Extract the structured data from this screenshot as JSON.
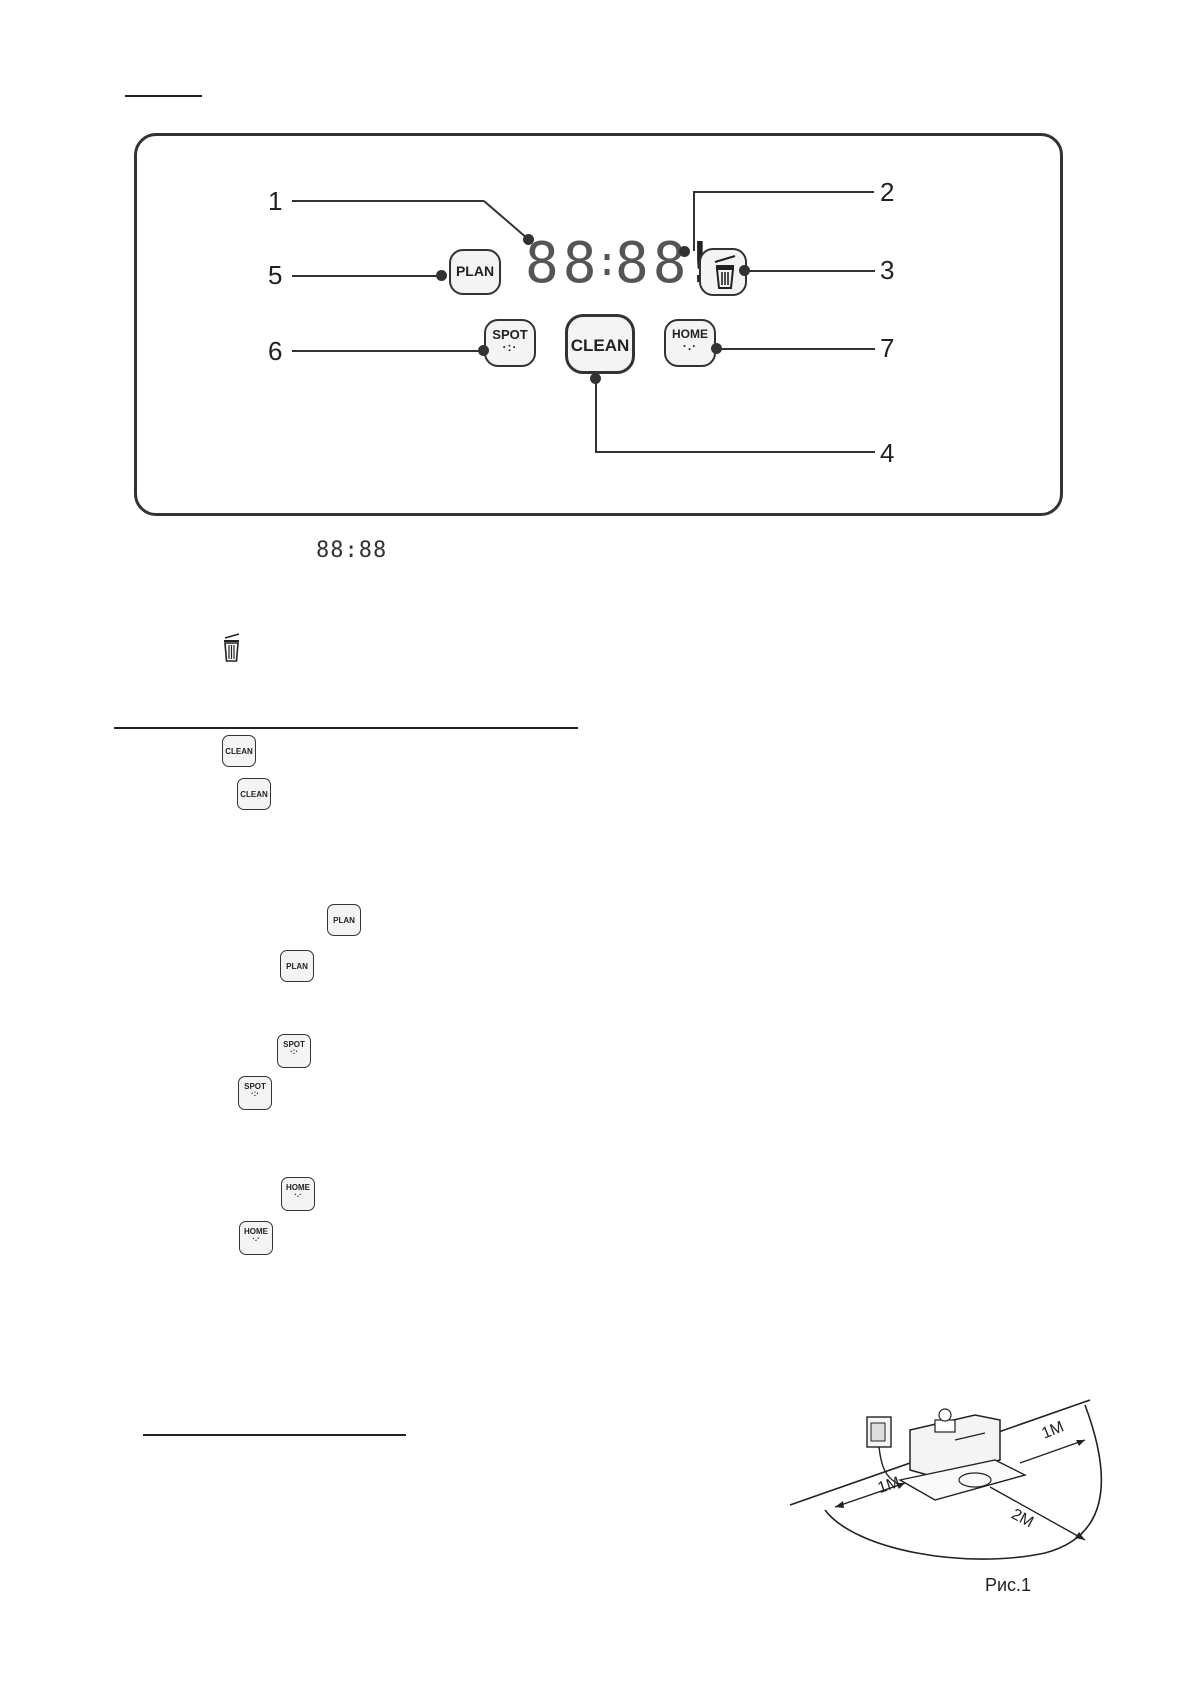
{
  "panel": {
    "callouts": [
      "1",
      "2",
      "3",
      "4",
      "5",
      "6",
      "7"
    ],
    "display": {
      "digits_left": "88",
      "digits_right": "88",
      "separator": ":",
      "alert": "!"
    },
    "buttons": {
      "plan": "PLAN",
      "spot": "SPOT",
      "clean": "CLEAN",
      "home": "HOME"
    }
  },
  "inline_display_text": "88:88",
  "inline_icons": {
    "clean_1": "CLEAN",
    "clean_2": "CLEAN",
    "plan_1": "PLAN",
    "plan_2": "PLAN",
    "spot_1": "SPOT",
    "spot_2": "SPOT",
    "home_1": "HOME",
    "home_2": "HOME"
  },
  "figure": {
    "caption": "Рис.1",
    "labels": {
      "left": "1M",
      "right": "1M",
      "radius": "2M"
    }
  }
}
